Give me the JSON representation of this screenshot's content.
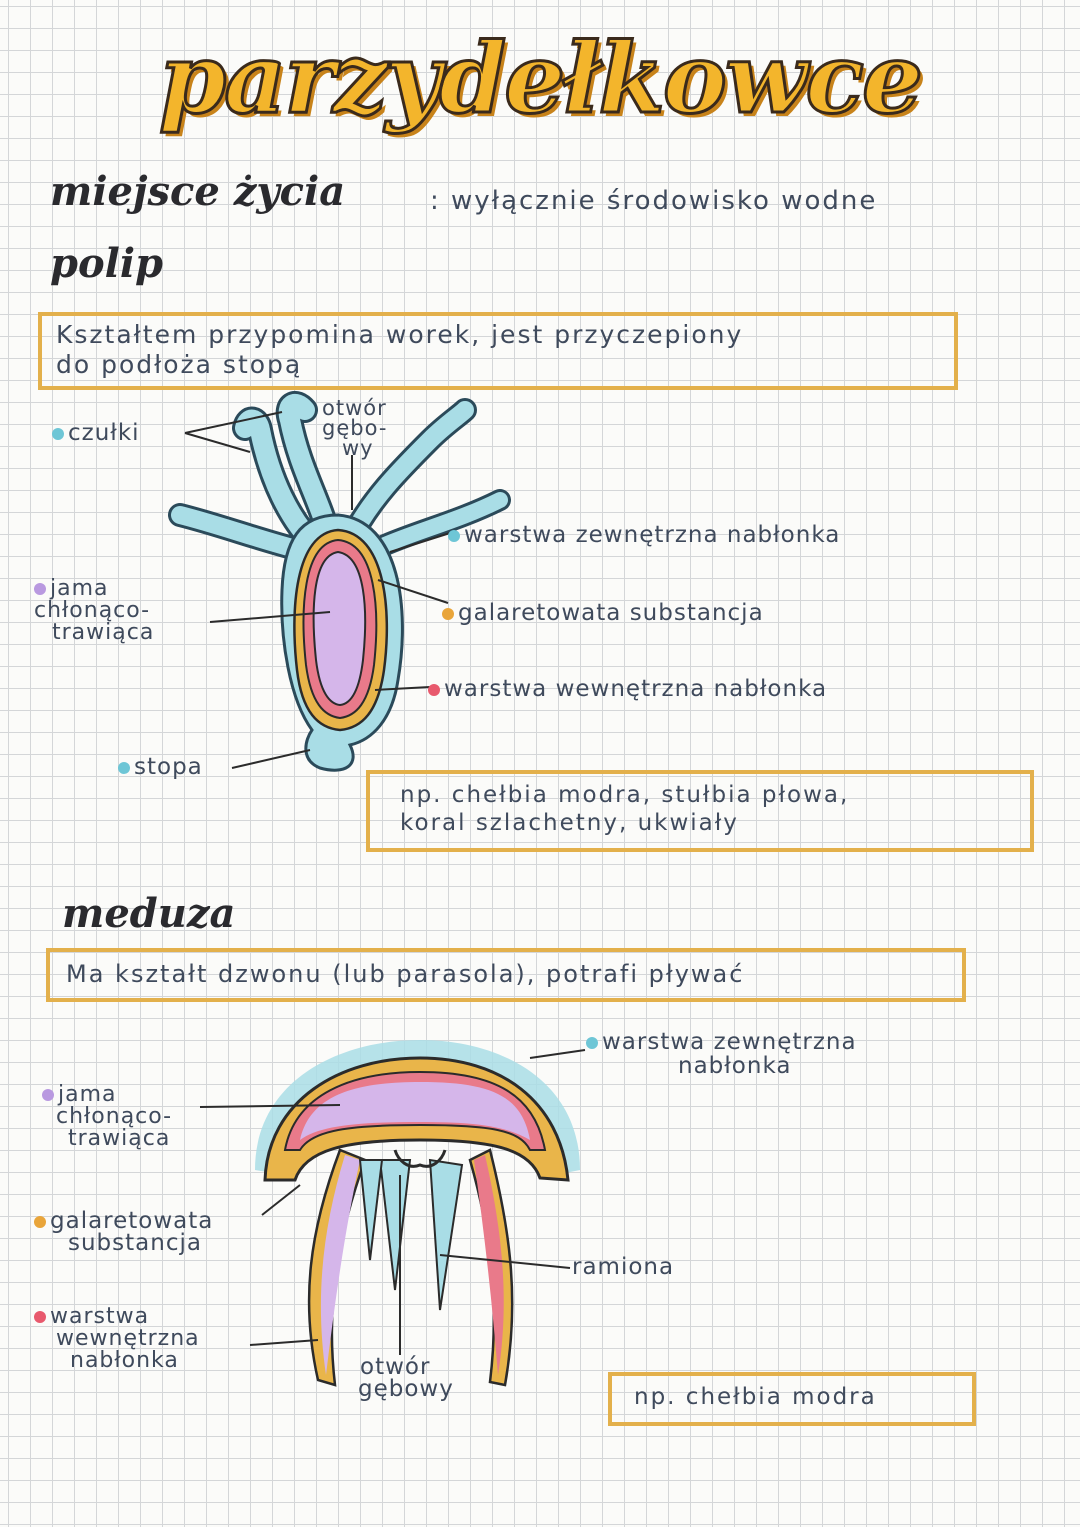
{
  "title": "parzydełkowce",
  "habitat": {
    "heading": "miejsce życia",
    "text": ": wyłącznie środowisko wodne"
  },
  "polyp": {
    "heading": "polip",
    "description_line1": "Kształtem przypomina worek, jest przyczepiony",
    "description_line2": "do podłoża stopą",
    "labels": {
      "tentacles": "czułki",
      "mouth": [
        "otwór",
        "gębo-",
        "wy"
      ],
      "outer_layer": "warstwa zewnętrzna nabłonka",
      "cavity": [
        "jama",
        "chłonąco-",
        "trawiąca"
      ],
      "jelly": "galaretowata substancja",
      "inner_layer": "warstwa wewnętrzna nabłonka",
      "foot": "stopa"
    },
    "examples_line1": "np. chełbia modra, stułbia płowa,",
    "examples_line2": "koral szlachetny, ukwiały"
  },
  "jellyfish": {
    "heading": "meduza",
    "description": "Ma kształt dzwonu (lub parasola), potrafi pływać",
    "labels": {
      "outer_layer": [
        "warstwa zewnętrzna",
        "nabłonka"
      ],
      "cavity": [
        "jama",
        "chłonąco-",
        "trawiąca"
      ],
      "jelly": [
        "galaretowata",
        "substancja"
      ],
      "inner_layer": [
        "warstwa",
        "wewnętrzna",
        "nabłonka"
      ],
      "arms": "ramiona",
      "mouth": [
        "otwór",
        "gębowy"
      ]
    },
    "examples": "np. chełbia modra"
  },
  "colors": {
    "title_fill": "#f3b52c",
    "outer_layer": "#a9dde6",
    "jelly": "#e9b54a",
    "inner_layer": "#e97a8a",
    "cavity": "#d5b6ea",
    "box_border": "#e3b04b"
  }
}
